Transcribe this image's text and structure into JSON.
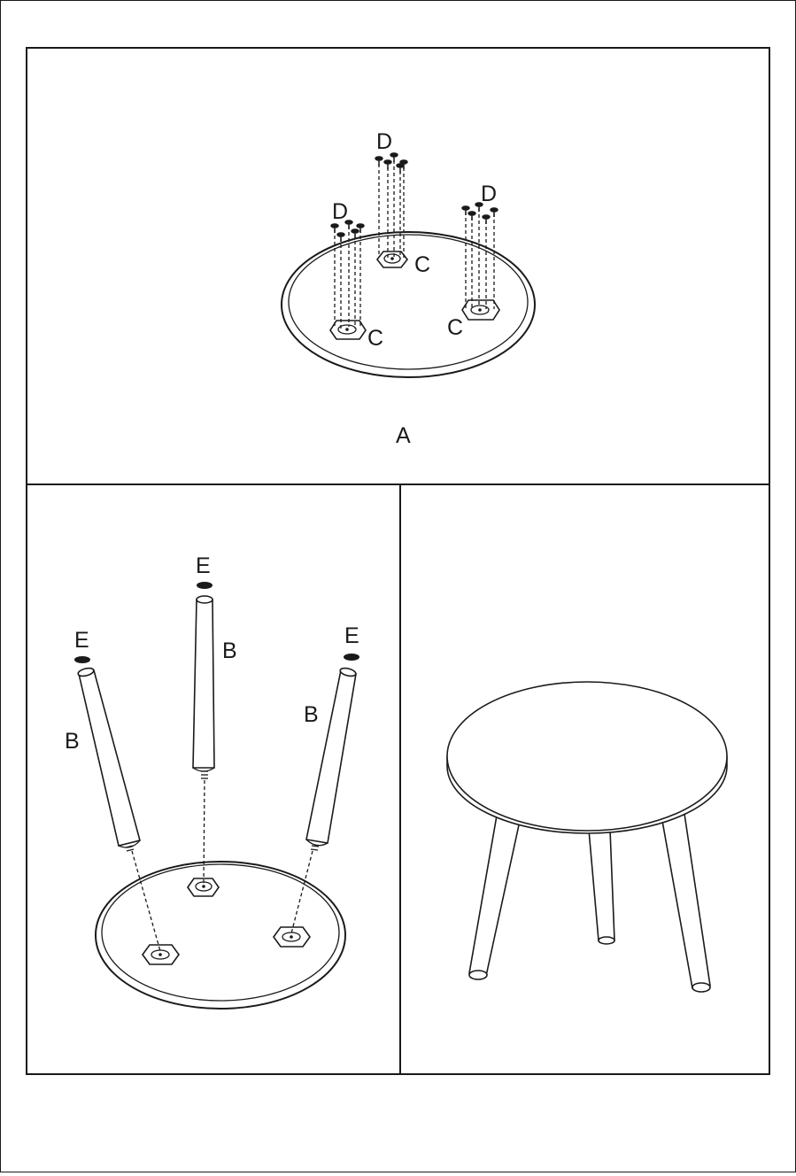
{
  "labels": {
    "table_top": "A",
    "leg": "B",
    "mounting_plate": "C",
    "screw": "D",
    "felt_pad": "E"
  }
}
